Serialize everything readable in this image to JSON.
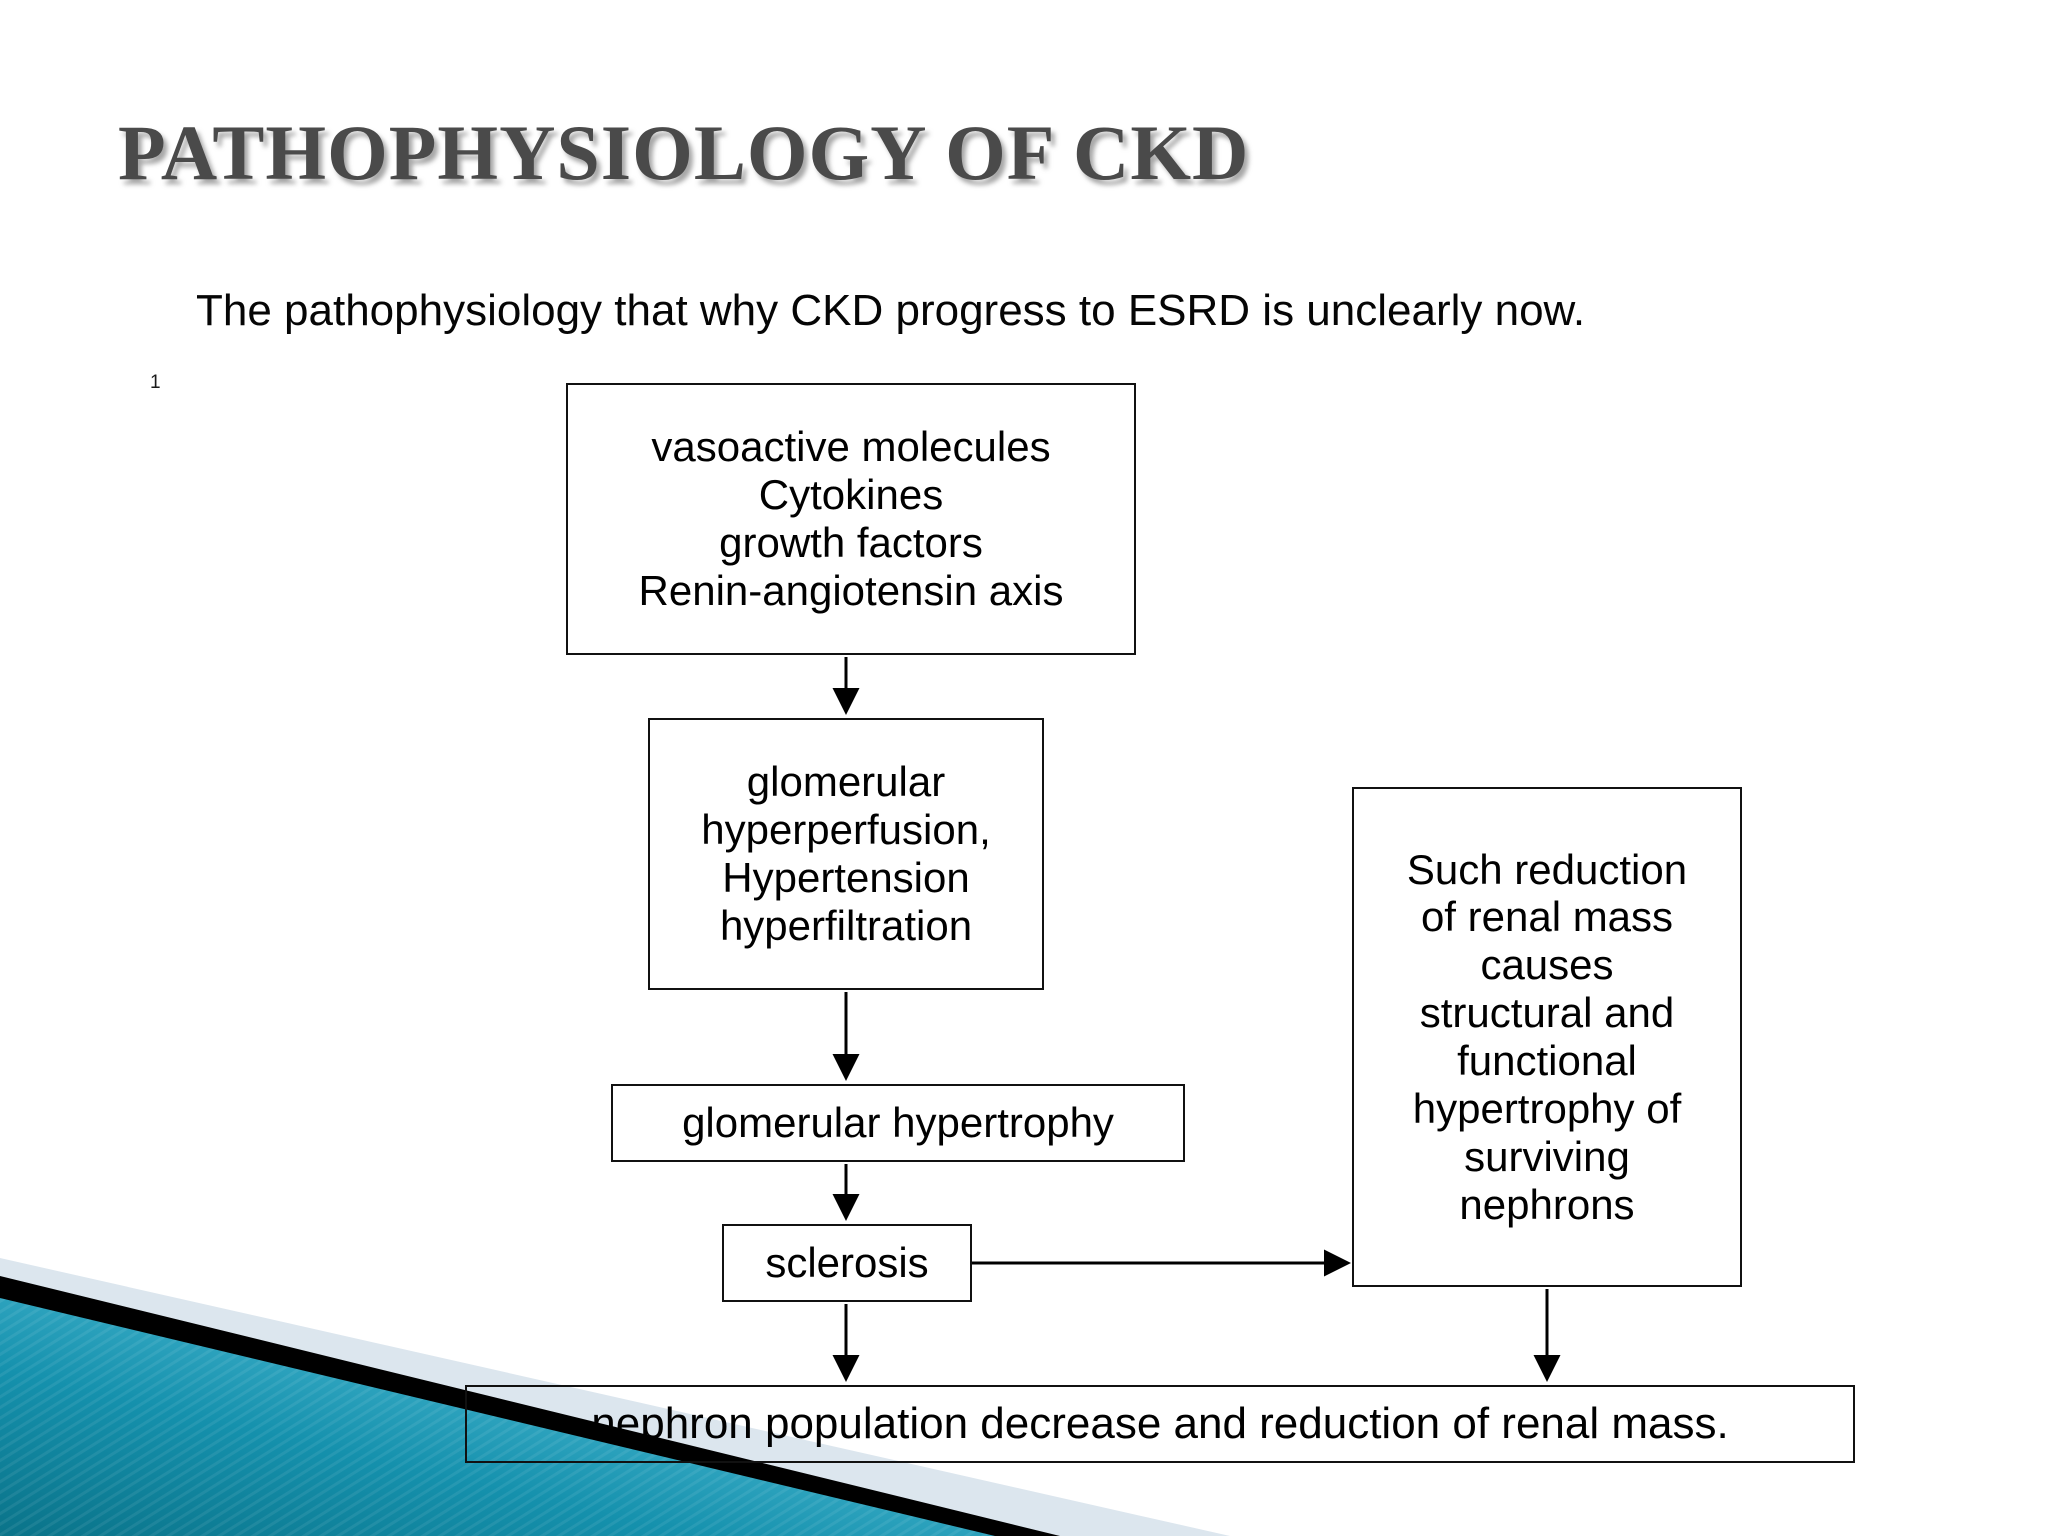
{
  "slide": {
    "title": "PATHOPHYSIOLOGY OF CKD",
    "subtitle": "The pathophysiology that why CKD progress to ESRD is unclearly now.",
    "slide_number": "1",
    "background_color": "#ffffff",
    "title_color": "#4a4a4a",
    "text_color": "#000000"
  },
  "decoration": {
    "name": "bottom-left-corner-graphic",
    "teal_dark": "#0b7b94",
    "teal_light": "#63c8dd",
    "black_band": "#000000",
    "pale_blue": "#dce6ee"
  },
  "flowchart": {
    "boxes": [
      {
        "id": "vasoactive",
        "lines": [
          "vasoactive molecules",
          "Cytokines",
          "growth factors",
          "Renin-angiotensin axis"
        ]
      },
      {
        "id": "glomerular-hyperperfusion",
        "lines": [
          "glomerular",
          "hyperperfusion,",
          "Hypertension",
          "hyperfiltration"
        ]
      },
      {
        "id": "such-reduction",
        "lines": [
          "Such reduction",
          "of renal mass",
          "causes",
          "structural and",
          "functional",
          "hypertrophy of",
          "surviving",
          "nephrons"
        ]
      },
      {
        "id": "glomerular-hypertrophy",
        "lines": [
          "glomerular hypertrophy"
        ]
      },
      {
        "id": "sclerosis",
        "lines": [
          "sclerosis"
        ]
      },
      {
        "id": "nephron-population",
        "lines": [
          "nephron population decrease and reduction of renal mass."
        ]
      }
    ],
    "arrows": [
      {
        "name": "arrow-vasoactive-to-hyperperfusion",
        "direction": "down"
      },
      {
        "name": "arrow-hyperperfusion-to-hypertrophy",
        "direction": "down"
      },
      {
        "name": "arrow-hypertrophy-to-sclerosis",
        "direction": "down"
      },
      {
        "name": "arrow-sclerosis-to-such-reduction",
        "direction": "right"
      },
      {
        "name": "arrow-sclerosis-to-nephron-population",
        "direction": "down"
      },
      {
        "name": "arrow-such-reduction-to-nephron-population",
        "direction": "down"
      }
    ]
  }
}
